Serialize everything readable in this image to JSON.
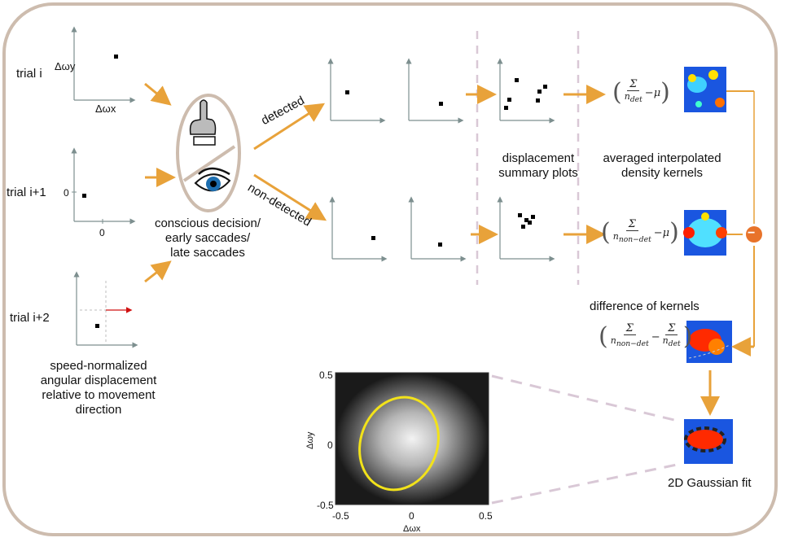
{
  "trials": [
    {
      "label": "trial i",
      "ylabel": "Δωy",
      "xlabel": "Δωx"
    },
    {
      "label": "trial i+1",
      "ytick": "0",
      "xtick": "0"
    },
    {
      "label": "trial i+2"
    }
  ],
  "caption_left": [
    "speed-normalized",
    "angular displacement",
    "relative to movement",
    "direction"
  ],
  "decision_caption": [
    "conscious decision/",
    "early saccades/",
    "late saccades"
  ],
  "branches": {
    "detected": "detected",
    "nondetected": "non-detected"
  },
  "summary_caption": [
    "displacement",
    "summary plots"
  ],
  "kernel_caption": [
    "averaged interpolated",
    "density kernels"
  ],
  "eq_det": {
    "sigma": "Σ",
    "n": "n",
    "sub": "det",
    "mu": "μ"
  },
  "eq_nondet": {
    "sigma": "Σ",
    "n": "n",
    "sub": "non−det",
    "mu": "μ"
  },
  "difference_title": "difference of kernels",
  "eq_diff": {
    "sigma": "Σ",
    "n": "n",
    "sub1": "non−det",
    "sub2": "det"
  },
  "gaussian_fit_label": "2D Gaussian fit",
  "minus_symbol": "−",
  "big_plot": {
    "xlabel": "Δωx",
    "ylabel": "Δωy",
    "xticks": [
      "-0.5",
      "0",
      "0.5"
    ],
    "yticks": [
      "0.5",
      "0",
      "-0.5"
    ]
  },
  "colors": {
    "arrow": "#e8a23a",
    "frame": "#cdbcae",
    "dashed": "#d9c8d6",
    "axis": "#8a9a9a",
    "ellipse": "#f2e21a"
  }
}
